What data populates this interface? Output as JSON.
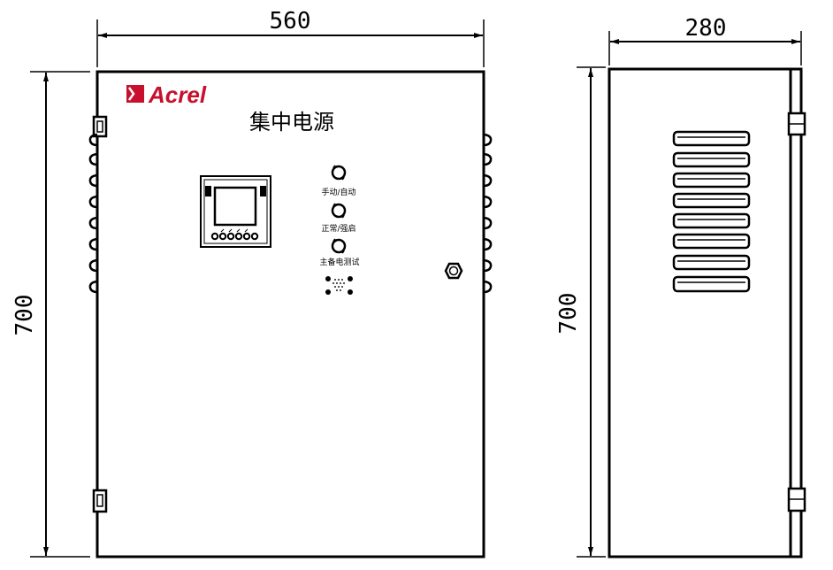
{
  "front": {
    "width_label": "560",
    "height_label": "700",
    "brand": "Acrel",
    "title": "集中电源",
    "switch_labels": [
      "手动/自动",
      "正常/强启",
      "主备电测试"
    ]
  },
  "side": {
    "depth_label": "280",
    "height_label": "700"
  },
  "colors": {
    "brand": "#c8102e",
    "line": "#000000"
  }
}
